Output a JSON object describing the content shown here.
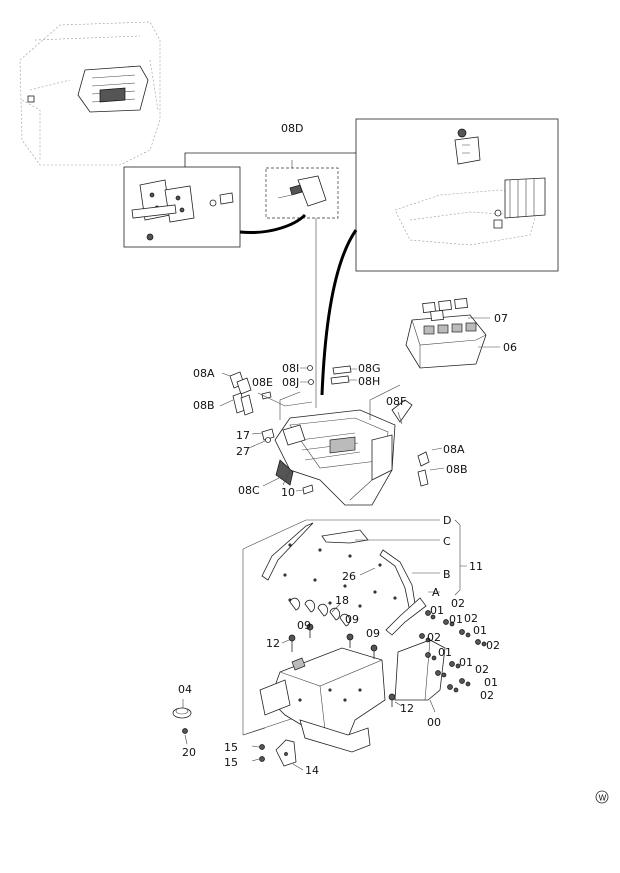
{
  "labels": {
    "l08D": "08D",
    "l07": "07",
    "l06": "06",
    "l08A_left": "08A",
    "l08E": "08E",
    "l08B_left": "08B",
    "l08I": "08I",
    "l08J": "08J",
    "l08G": "08G",
    "l08H": "08H",
    "l08F": "08F",
    "l17": "17",
    "l27": "27",
    "l08A_right": "08A",
    "l08B_right": "08B",
    "l08C": "08C",
    "l10": "10",
    "lD": "D",
    "lC": "C",
    "lB": "B",
    "lA": "A",
    "l11": "11",
    "l26": "26",
    "l18": "18",
    "l09_a": "09",
    "l09_b": "09",
    "l09_c": "09",
    "l12_a": "12",
    "l12_b": "12",
    "l01_a": "01",
    "l02_a": "02",
    "l01_b": "01",
    "l02_b": "02",
    "l02_c": "02",
    "l01_c": "01",
    "l02_d": "02",
    "l01_d": "01",
    "l01_e": "01",
    "l02_e": "02",
    "l01_f": "01",
    "l02_f": "02",
    "l00": "00",
    "l04": "04",
    "l20": "20",
    "l15_a": "15",
    "l15_b": "15",
    "l14": "14",
    "watermark": "W"
  }
}
